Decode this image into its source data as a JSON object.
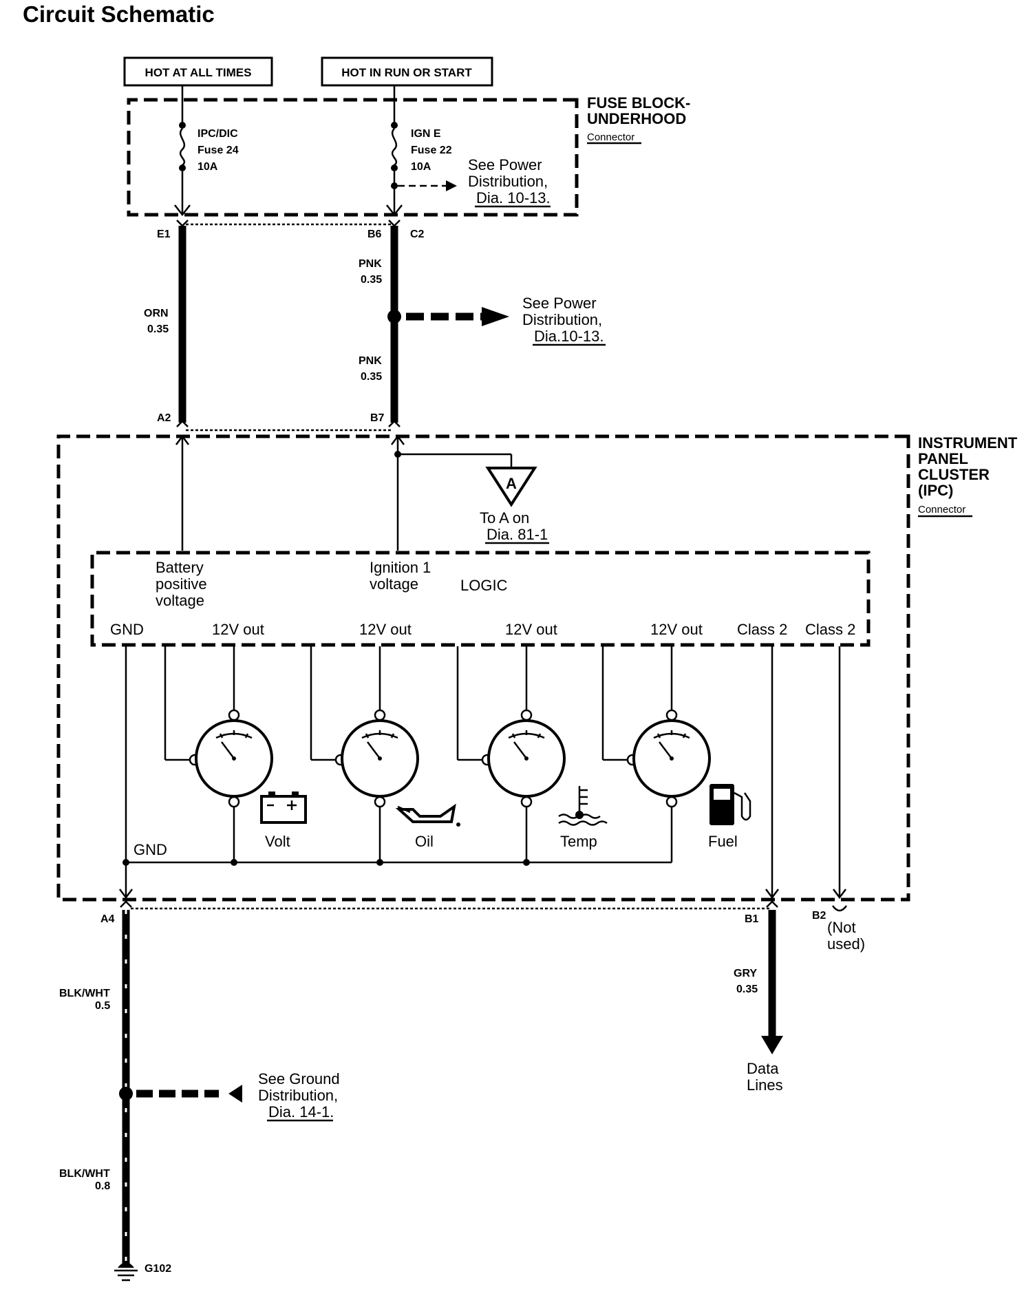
{
  "title": "Circuit Schematic",
  "power": {
    "hot_all_times": "HOT AT ALL TIMES",
    "hot_run_start": "HOT IN RUN OR START"
  },
  "fuse_block": {
    "name_line1": "FUSE BLOCK-",
    "name_line2": "UNDERHOOD",
    "connector": "Connector",
    "fuse24_l1": "IPC/DIC",
    "fuse24_l2": "Fuse 24",
    "fuse24_l3": "10A",
    "fuse22_l1": "IGN E",
    "fuse22_l2": "Fuse 22",
    "fuse22_l3": "10A",
    "see_l1": "See Power",
    "see_l2": "Distribution,",
    "see_l3": "Dia. 10-13."
  },
  "wires": {
    "pin_e1": "E1",
    "pin_b6": "B6",
    "pin_c2": "C2",
    "orn": "ORN",
    "orn_size": "0.35",
    "pnk1": "PNK",
    "pnk1_size": "0.35",
    "pnk2": "PNK",
    "pnk2_size": "0.35",
    "pin_a2": "A2",
    "pin_b7": "B7",
    "power_l1": "See Power",
    "power_l2": "Distribution,",
    "power_l3": "Dia.10-13."
  },
  "ipc": {
    "name_l1": "INSTRUMENT",
    "name_l2": "PANEL",
    "name_l3": "CLUSTER",
    "name_l4": "(IPC)",
    "connector": "Connector",
    "splice_letter": "A",
    "to_a_l1": "To A on",
    "to_a_l2": "Dia. 81-1",
    "bat_l1": "Battery",
    "bat_l2": "positive",
    "bat_l3": "voltage",
    "ign_l1": "Ignition 1",
    "ign_l2": "voltage",
    "logic": "LOGIC",
    "gnd_top": "GND",
    "out1": "12V out",
    "out2": "12V out",
    "out3": "12V out",
    "out4": "12V out",
    "class2a": "Class 2",
    "class2b": "Class 2",
    "gnd_bottom": "GND",
    "gauges": [
      "Volt",
      "Oil",
      "Temp",
      "Fuel"
    ]
  },
  "lower": {
    "pin_a4": "A4",
    "blkwht1": "BLK/WHT",
    "blkwht1_size": "0.5",
    "ground_l1": "See Ground",
    "ground_l2": "Distribution,",
    "ground_l3": "Dia. 14-1.",
    "blkwht2": "BLK/WHT",
    "blkwht2_size": "0.8",
    "g102": "G102",
    "pin_b1": "B1",
    "gry": "GRY",
    "gry_size": "0.35",
    "data_l1": "Data",
    "data_l2": "Lines",
    "pin_b2": "B2",
    "notused_l1": "(Not",
    "notused_l2": "used)"
  }
}
